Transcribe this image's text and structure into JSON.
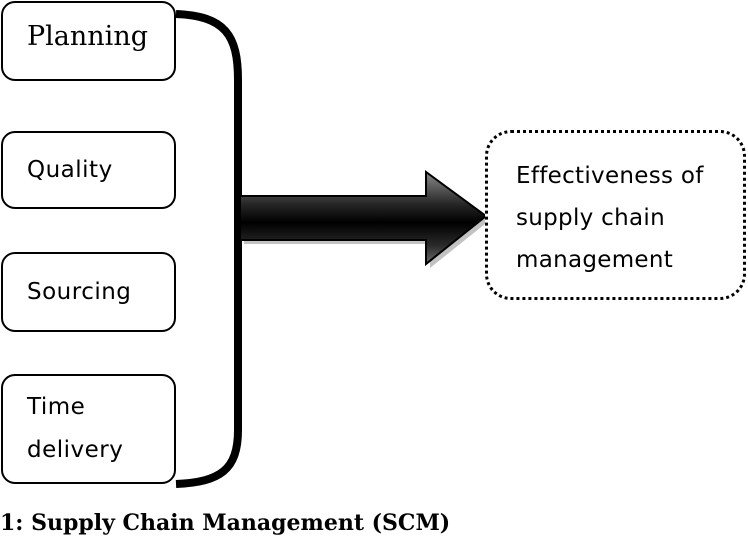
{
  "factors": [
    {
      "label": "Planning"
    },
    {
      "label": "Quality"
    },
    {
      "label": "Sourcing"
    },
    {
      "label": "Time\ndelivery"
    }
  ],
  "outcome": {
    "label": "Effectiveness of\nsupply chain\nmanagement"
  },
  "caption": "1: Supply Chain Management (SCM)"
}
